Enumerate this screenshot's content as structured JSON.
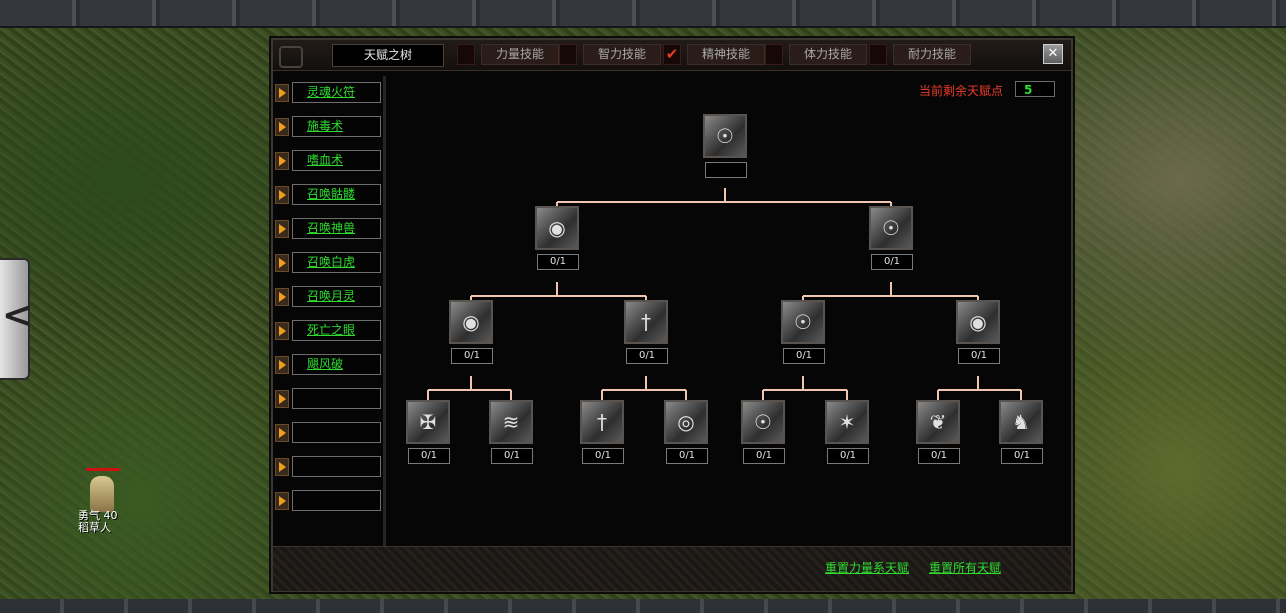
{
  "scene": {
    "player_name": "稻草人",
    "player_status": "勇气 40"
  },
  "panel": {
    "title": "天赋之树",
    "tabs": [
      {
        "label": "力量技能",
        "checked": false
      },
      {
        "label": "智力技能",
        "checked": false
      },
      {
        "label": "精神技能",
        "checked": true
      },
      {
        "label": "体力技能",
        "checked": false
      },
      {
        "label": "耐力技能",
        "checked": false
      }
    ],
    "close": "✕",
    "check_mark": "✔"
  },
  "skills": [
    "灵魂火符",
    "施毒术",
    "嗜血术",
    "召唤骷髅",
    "召唤神兽",
    "召唤白虎",
    "召唤月灵",
    "死亡之眼",
    "飓风破",
    "",
    "",
    "",
    ""
  ],
  "talent": {
    "points_label": "当前剩余天赋点",
    "points_value": "5",
    "root_value": "",
    "level2": [
      "0/1",
      "0/1"
    ],
    "level3": [
      "0/1",
      "0/1",
      "0/1",
      "0/1"
    ],
    "level4": [
      "0/1",
      "0/1",
      "0/1",
      "0/1",
      "0/1",
      "0/1",
      "0/1",
      "0/1"
    ],
    "icons": {
      "root": "skull-emblem-icon",
      "level2": [
        "eye-icon",
        "skull-emblem-icon"
      ],
      "level3": [
        "eye-icon",
        "dagger-icon",
        "skull-emblem-icon",
        "eye-icon"
      ],
      "level4": [
        "cross-shield-icon",
        "claw-icon",
        "dagger-icon",
        "target-eye-icon",
        "skull-emblem-icon",
        "burst-icon",
        "phoenix-icon",
        "beast-icon"
      ]
    },
    "line_color": "#f0c6b0"
  },
  "footer": {
    "reset_strength": "重置力量系天赋",
    "reset_all": "重置所有天赋"
  },
  "colors": {
    "link_green": "#2fdc2f",
    "warning_red": "#ee3a2a"
  }
}
